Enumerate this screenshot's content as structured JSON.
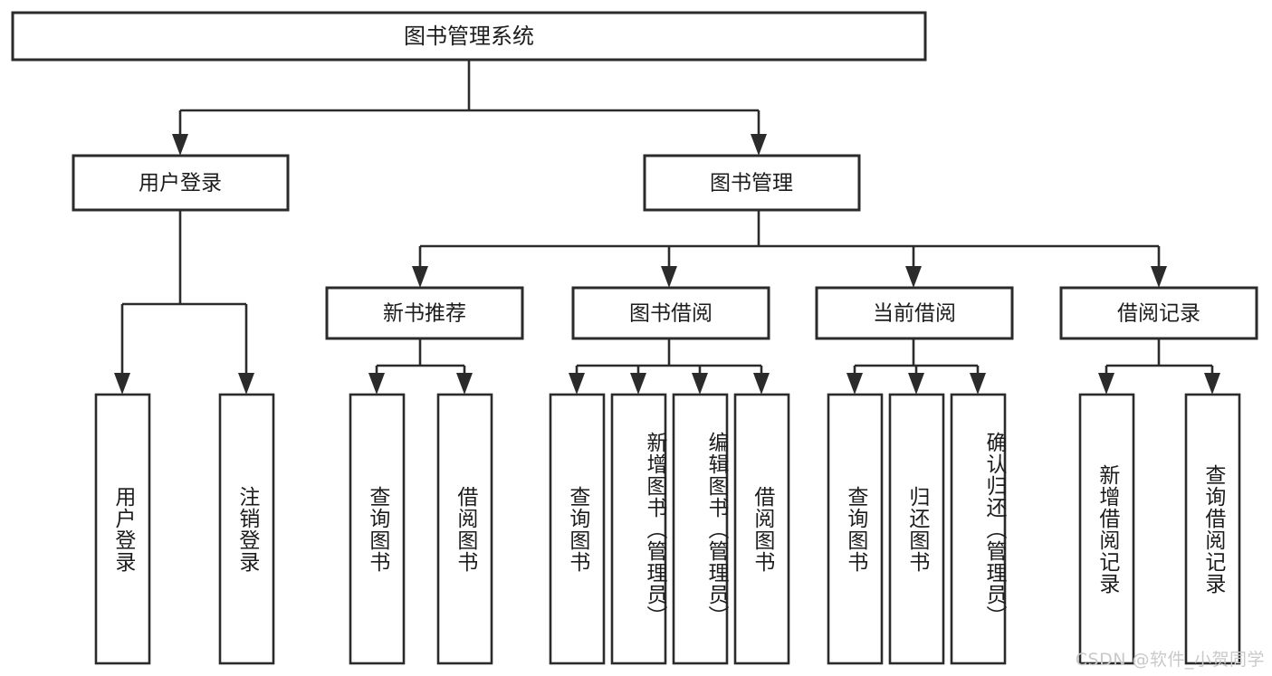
{
  "diagram": {
    "title_node": {
      "label": "图书管理系统"
    },
    "level2": [
      {
        "id": "user-login",
        "label": "用户登录"
      },
      {
        "id": "book-manage",
        "label": "图书管理"
      }
    ],
    "level3": [
      {
        "id": "new-book-rec",
        "label": "新书推荐"
      },
      {
        "id": "book-borrow",
        "label": "图书借阅"
      },
      {
        "id": "current-borrow",
        "label": "当前借阅"
      },
      {
        "id": "borrow-record",
        "label": "借阅记录"
      }
    ],
    "leaves": {
      "user_login": [
        {
          "id": "leaf-user-login",
          "label": "用户登录"
        },
        {
          "id": "leaf-logout",
          "label": "注销登录"
        }
      ],
      "new_book_rec": [
        {
          "id": "leaf-query-book-1",
          "label": "查询图书"
        },
        {
          "id": "leaf-borrow-book-1",
          "label": "借阅图书"
        }
      ],
      "book_borrow": [
        {
          "id": "leaf-query-book-2",
          "label": "查询图书"
        },
        {
          "id": "leaf-add-book",
          "label": "新增图书（管理员）"
        },
        {
          "id": "leaf-edit-book",
          "label": "编辑图书（管理员）"
        },
        {
          "id": "leaf-borrow-book-2",
          "label": "借阅图书"
        }
      ],
      "current_borrow": [
        {
          "id": "leaf-query-book-3",
          "label": "查询图书"
        },
        {
          "id": "leaf-return-book",
          "label": "归还图书"
        },
        {
          "id": "leaf-confirm-return",
          "label": "确认归还（管理员）"
        }
      ],
      "borrow_record": [
        {
          "id": "leaf-add-record",
          "label": "新增借阅记录"
        },
        {
          "id": "leaf-query-record",
          "label": "查询借阅记录"
        }
      ]
    }
  },
  "watermark": {
    "text": "CSDN @软件_小贺同学"
  },
  "colors": {
    "box_stroke": "#2b2b2b",
    "box_fill": "#ffffff",
    "text": "#1c1c1c",
    "edge": "#2b2b2b",
    "watermark": "#c9c9c9",
    "background": "#ffffff"
  }
}
